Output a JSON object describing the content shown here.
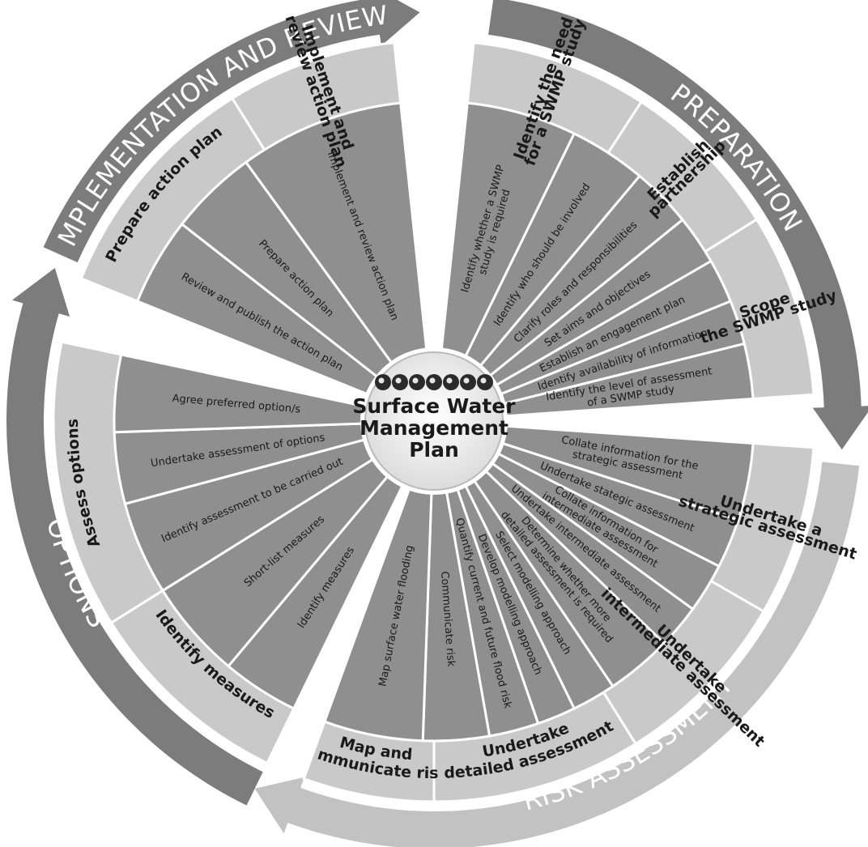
{
  "center": {
    "lines": [
      "Surface Water",
      "Management",
      "Plan"
    ],
    "icons": [
      "water-drop-icon",
      "fish-icon",
      "wave-icon",
      "bush-icon",
      "cloud-icon",
      "person-icon",
      "fish-icon"
    ]
  },
  "phases": [
    {
      "id": "preparation",
      "label": "PREPARATION"
    },
    {
      "id": "risk",
      "label": "RISK ASSESSMENT"
    },
    {
      "id": "options",
      "label": "OPTIONS"
    },
    {
      "id": "implementation",
      "label": "IMPLEMENTATION AND REVIEW"
    }
  ],
  "stages": [
    {
      "id": "s1",
      "lines": [
        "Identify the need",
        "for a SWMP study"
      ]
    },
    {
      "id": "s2",
      "lines": [
        "Establish",
        "partnership"
      ]
    },
    {
      "id": "s3",
      "lines": [
        "Scope",
        "the SWMP study"
      ]
    },
    {
      "id": "s4",
      "lines": [
        "Undertake a",
        "strategic assessment"
      ]
    },
    {
      "id": "s5",
      "lines": [
        "Undertake",
        "intermediate assessment"
      ]
    },
    {
      "id": "s6",
      "lines": [
        "Undertake",
        "detailed assessment"
      ]
    },
    {
      "id": "s7",
      "lines": [
        "Map and",
        "communicate risk"
      ]
    },
    {
      "id": "s8",
      "lines": [
        "Identify measures"
      ]
    },
    {
      "id": "s9",
      "lines": [
        "Assess options"
      ]
    },
    {
      "id": "s10",
      "lines": [
        "Prepare action plan"
      ]
    },
    {
      "id": "s11",
      "lines": [
        "Implement and",
        "review action plan"
      ]
    }
  ],
  "tasks": [
    {
      "id": "t1",
      "lines": [
        "Identify whether a SWMP",
        "study is required"
      ]
    },
    {
      "id": "t2",
      "lines": [
        "Identify who should be involved"
      ]
    },
    {
      "id": "t3",
      "lines": [
        "Clarify roles and responsibilities"
      ]
    },
    {
      "id": "t4",
      "lines": [
        "Set aims and objectives"
      ]
    },
    {
      "id": "t5",
      "lines": [
        "Establish an engagement plan"
      ]
    },
    {
      "id": "t6",
      "lines": [
        "Identify availability of information"
      ]
    },
    {
      "id": "t7",
      "lines": [
        "Identify the level of assessment",
        "of a SWMP study"
      ]
    },
    {
      "id": "t8",
      "lines": [
        "Collate information for the",
        "strategic assessment"
      ]
    },
    {
      "id": "t9",
      "lines": [
        "Undertake stategic assessment"
      ]
    },
    {
      "id": "t10",
      "lines": [
        "Collate information for",
        "intermediate assessment"
      ]
    },
    {
      "id": "t11",
      "lines": [
        "Undertake intermediate assessment"
      ]
    },
    {
      "id": "t12",
      "lines": [
        "Determine whether more",
        "detailed assessment is required"
      ]
    },
    {
      "id": "t13",
      "lines": [
        "Select modelling approach"
      ]
    },
    {
      "id": "t14",
      "lines": [
        "Develop modelling approach"
      ]
    },
    {
      "id": "t15",
      "lines": [
        "Quantify current and future flood risk"
      ]
    },
    {
      "id": "t16",
      "lines": [
        "Communicate risk"
      ]
    },
    {
      "id": "t17",
      "lines": [
        "Map surface water flooding"
      ]
    },
    {
      "id": "t18",
      "lines": [
        "Identify measures"
      ]
    },
    {
      "id": "t19",
      "lines": [
        "Short-list measures"
      ]
    },
    {
      "id": "t20",
      "lines": [
        "Identify assessment to be carried out"
      ]
    },
    {
      "id": "t21",
      "lines": [
        "Undertake assessment of options"
      ]
    },
    {
      "id": "t22",
      "lines": [
        "Agree preferred option/s"
      ]
    },
    {
      "id": "t23",
      "lines": [
        "Review and publish the action plan"
      ]
    },
    {
      "id": "t24",
      "lines": [
        "Prepare action plan"
      ]
    },
    {
      "id": "t25",
      "lines": [
        "Implement and review action plan"
      ]
    }
  ],
  "colors": {
    "phase_ring": "#7c7c7c",
    "risk_ring": "#c2c2c2",
    "stage_band": "#c9c9c9",
    "task_fill": "#8f8f8f",
    "divider": "#ffffff",
    "center": "#f2f2f2",
    "text": "#1a1a1a"
  }
}
